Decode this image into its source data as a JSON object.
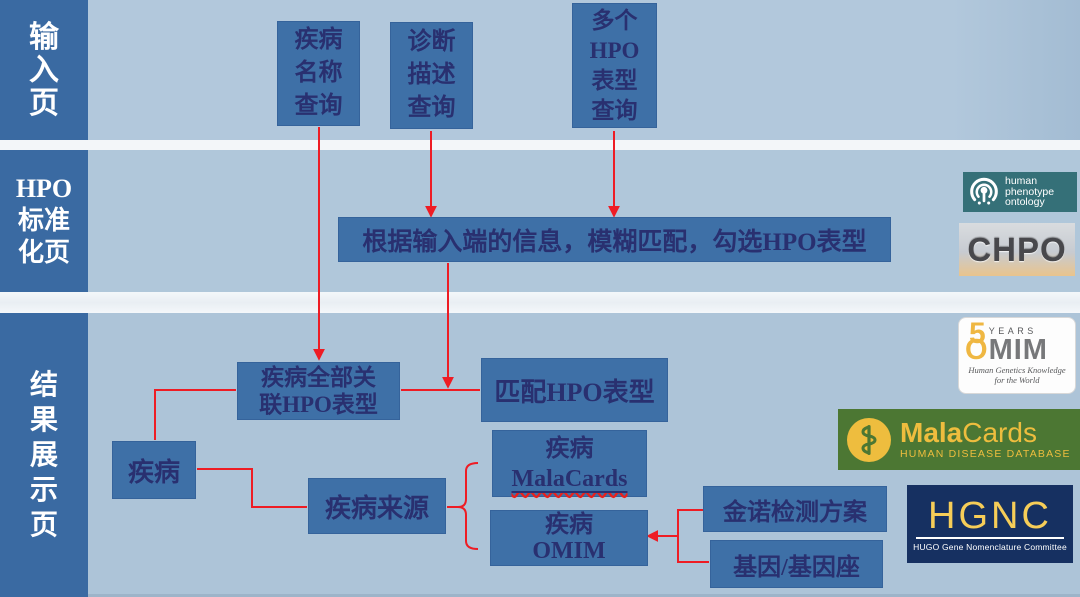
{
  "colors": {
    "band_background": "#b0c7da",
    "sidebar_blue": "#3a6aa2",
    "box_fill": "#3e70a7",
    "box_text_navy": "#293070",
    "connector_red": "#ee1c24",
    "separator_white": "#f3f6f9",
    "hpo_teal": "#357078",
    "malacards_green": "#4c7733",
    "malacards_yellow": "#eebd3e",
    "hgnc_navy": "#163061",
    "hgnc_gold": "#f6cd58",
    "omim_yellow": "#efb742"
  },
  "sidebar": {
    "bands": [
      {
        "name": "input-page",
        "lines": [
          "输",
          "入",
          "页"
        ]
      },
      {
        "name": "hpo-normalization-page",
        "lines": [
          "HPO",
          "标准",
          "化页"
        ]
      },
      {
        "name": "results-page",
        "lines": [
          "结",
          "果",
          "展",
          "示",
          "页"
        ]
      }
    ]
  },
  "flow": {
    "disease_name_query": {
      "lines": [
        "疾病",
        "名称",
        "查询"
      ]
    },
    "diagnosis_query": {
      "lines": [
        "诊断",
        "描述",
        "查询"
      ]
    },
    "multi_hpo_query": {
      "lines": [
        "多个",
        "HPO",
        "表型",
        "查询"
      ]
    },
    "fuzzy_match": {
      "text": "根据输入端的信息，模糊匹配，勾选HPO表型"
    },
    "all_linked_hpo": {
      "lines": [
        "疾病全部关",
        "联HPO表型"
      ]
    },
    "match_hpo": {
      "text": "匹配HPO表型"
    },
    "disease": {
      "text": "疾病"
    },
    "disease_source": {
      "text": "疾病来源"
    },
    "disease_malacards": {
      "line1": "疾病",
      "link": "MalaCards"
    },
    "disease_omim": {
      "line1": "疾病",
      "line2": "OMIM"
    },
    "jinnuo_plan": {
      "text": "金诺检测方案"
    },
    "gene_locus": {
      "text": "基因/基因座"
    }
  },
  "logos": {
    "hpo": {
      "lines": [
        "human",
        "phenotype",
        "ontology"
      ]
    },
    "chpo": {
      "text": "CHPO"
    },
    "omim": {
      "five": "5",
      "years": "YEARS",
      "o": "O",
      "mim": "MIM",
      "tagline_1": "Human Genetics Knowledge",
      "tagline_2": "for the World"
    },
    "malacards": {
      "mala": "Mala",
      "cards": "Cards",
      "subtitle": "HUMAN DISEASE DATABASE"
    },
    "hgnc": {
      "title": "HGNC",
      "subtitle": "HUGO Gene Nomenclature Committee"
    }
  }
}
